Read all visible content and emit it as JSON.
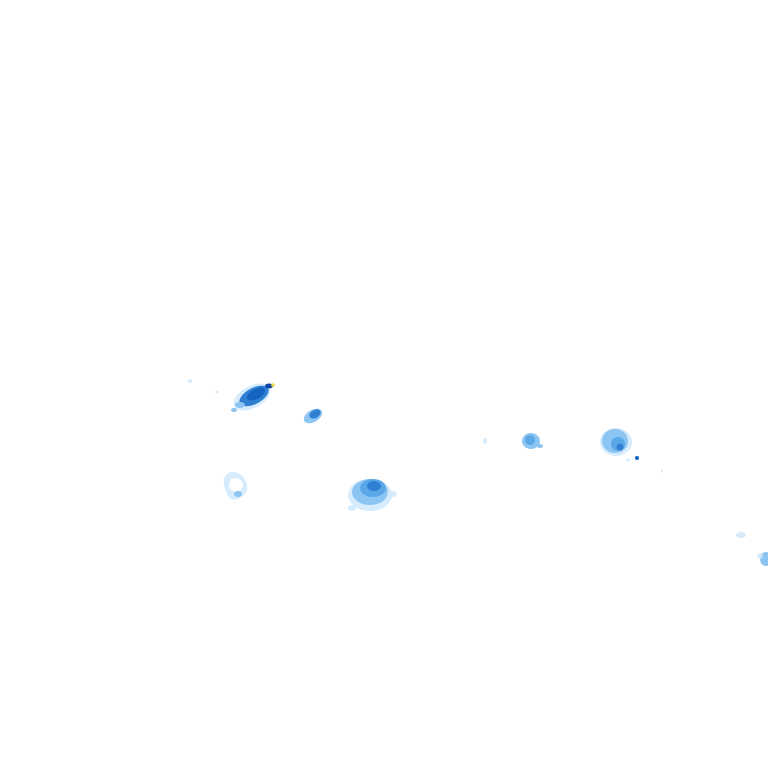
{
  "map": {
    "background": "#ffffff",
    "palette": {
      "very_light": "#cfe7fb",
      "light": "#8cc4f2",
      "medium": "#5aa7e8",
      "strong": "#2f80d2",
      "heavy": "#1565c0",
      "core": "#0d47a1",
      "extreme": "#f2d64b"
    },
    "echoes": [
      {
        "id": "west-cell",
        "intensity": "heavy"
      },
      {
        "id": "west-small-cell",
        "intensity": "strong"
      },
      {
        "id": "southwest-ring-cell",
        "intensity": "very_light"
      },
      {
        "id": "south-central-cell",
        "intensity": "strong"
      },
      {
        "id": "central-cell",
        "intensity": "medium"
      },
      {
        "id": "east-cell",
        "intensity": "medium"
      },
      {
        "id": "far-east-cell",
        "intensity": "light"
      }
    ]
  }
}
